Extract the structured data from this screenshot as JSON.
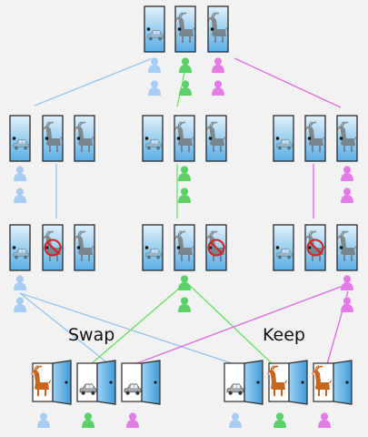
{
  "labels": {
    "swap": "Swap",
    "keep": "Keep"
  },
  "colors": {
    "player_blue": "#a9cdf2",
    "player_green": "#5ed06a",
    "player_magenta": "#e37de6",
    "door_blue": "#5aaee5",
    "door_light": "#bfe3fa",
    "door_frame": "#2b2b2b",
    "goat": "#c8661f",
    "goat_grey": "#6f6f6f",
    "car": "#a4a9ad",
    "cross": "#d22323",
    "line_blue": "#9cc3ea",
    "line_green": "#6fe06a",
    "line_magenta": "#e06fe3"
  },
  "icons": {
    "car_icon": "car-icon",
    "goat_icon": "goat-icon",
    "player_icon": "player-icon",
    "no_sign_icon": "no-sign-icon"
  },
  "rows": {
    "top": {
      "doors": [
        "car",
        "goat",
        "goat"
      ],
      "players": [
        "blue",
        "green",
        "magenta"
      ]
    },
    "second": [
      {
        "doors": [
          "car",
          "goat",
          "goat"
        ],
        "player": "blue"
      },
      {
        "doors": [
          "car",
          "goat",
          "goat"
        ],
        "player": "green"
      },
      {
        "doors": [
          "car",
          "goat",
          "goat"
        ],
        "player": "magenta"
      }
    ],
    "third": [
      {
        "doors": [
          "car",
          "goat-revealed",
          "goat"
        ],
        "player": "blue"
      },
      {
        "doors": [
          "car",
          "goat",
          "goat-revealed"
        ],
        "player": "green"
      },
      {
        "doors": [
          "car",
          "goat-revealed",
          "goat"
        ],
        "player": "magenta"
      }
    ],
    "result_swap": [
      {
        "prize": "goat",
        "player": "blue"
      },
      {
        "prize": "car",
        "player": "green"
      },
      {
        "prize": "car",
        "player": "magenta"
      }
    ],
    "result_keep": [
      {
        "prize": "car",
        "player": "blue"
      },
      {
        "prize": "goat",
        "player": "green"
      },
      {
        "prize": "goat",
        "player": "magenta"
      }
    ]
  }
}
